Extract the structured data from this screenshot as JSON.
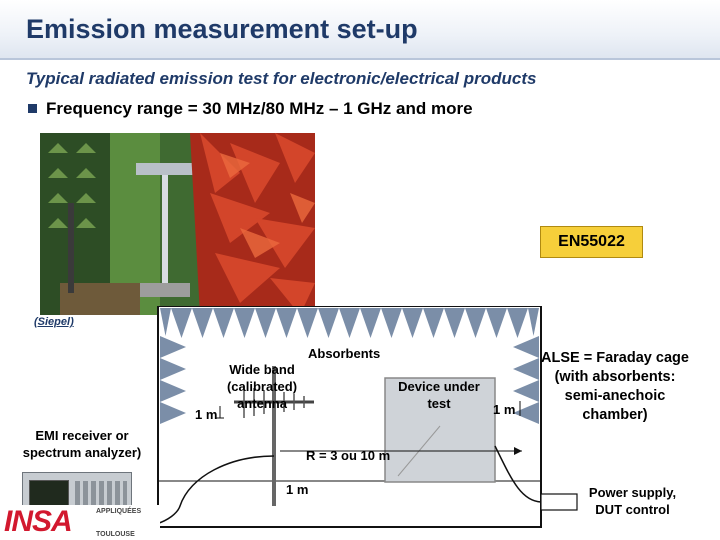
{
  "header": {
    "title": "Emission measurement set-up",
    "subtitle": "Typical radiated emission test for electronic/electrical products",
    "bullet": "Frequency range = 30 MHz/80 MHz – 1 GHz and more"
  },
  "photo": {
    "credit": "(Siepel)"
  },
  "badge": {
    "label": "EN55022"
  },
  "diagram": {
    "absorbents": "Absorbents",
    "antenna": "Wide band (calibrated) antenna",
    "dut": "Device under test",
    "one_m_left": "1 m",
    "one_m_right": "1 m",
    "distance": "R = 3 ou 10 m",
    "one_m_bottom": "1 m",
    "alse": "ALSE = Faraday cage (with absorbents: semi-anechoic chamber)",
    "receiver": "EMI receiver or spectrum analyzer)",
    "power": "Power supply, DUT control"
  },
  "logo": {
    "name": "INSA",
    "line1": "APPLIQUÉES",
    "line2": "TOULOUSE"
  },
  "colors": {
    "title": "#1f3a68",
    "badge": "#f6cf3a",
    "absorber": "#7b8ea8",
    "logo": "#d2182e"
  }
}
